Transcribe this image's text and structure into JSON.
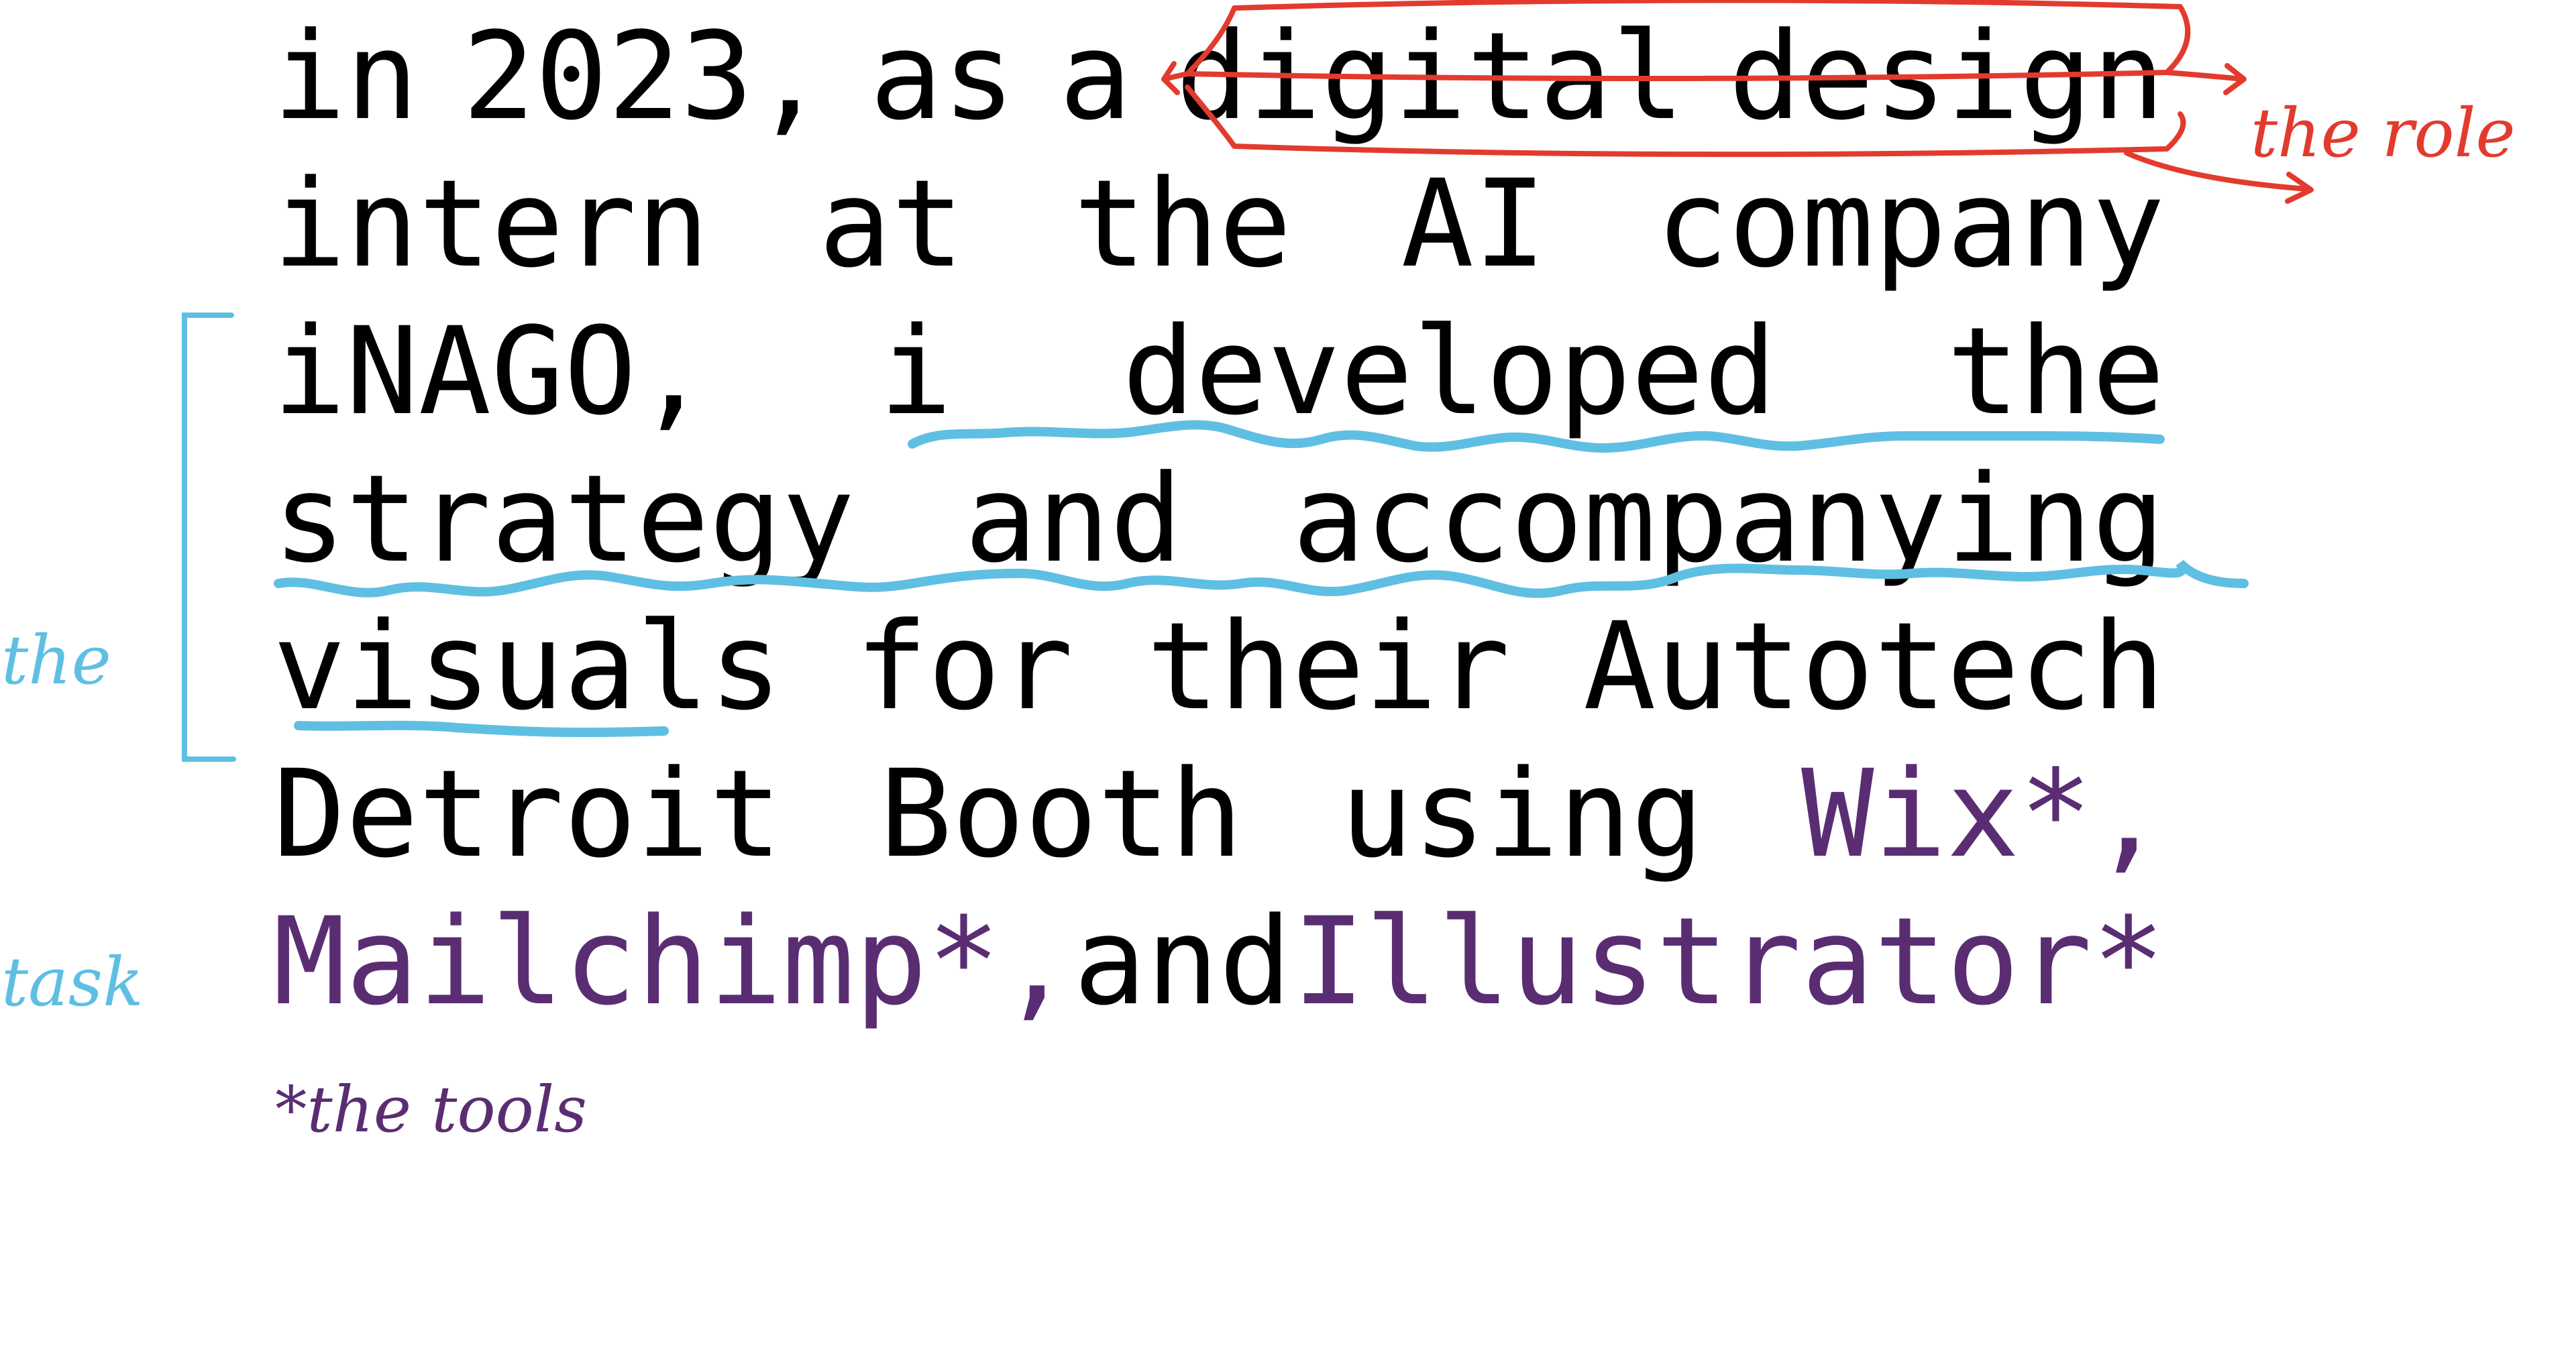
{
  "paragraph": {
    "lines": [
      [
        "in",
        "2023,",
        "as",
        "a",
        "digital",
        "design"
      ],
      [
        "intern",
        "at",
        "the",
        "AI",
        "company"
      ],
      [
        "iNAGO,",
        "i",
        "developed",
        "the"
      ],
      [
        "strategy",
        "and",
        "accompanying"
      ],
      [
        "visuals",
        "for",
        "their",
        "Autotech"
      ],
      [
        "Detroit",
        "Booth",
        "using",
        "Wix*,"
      ],
      [
        "Mailchimp*,",
        "and",
        "Illustrator*"
      ]
    ]
  },
  "annotations": {
    "role": "the role",
    "task_line1": "the",
    "task_line2": "task",
    "tools": "*the tools"
  },
  "colors": {
    "text": "#000000",
    "role": "#e23b2e",
    "task": "#5fbfe3",
    "tools": "#5a2d73"
  }
}
